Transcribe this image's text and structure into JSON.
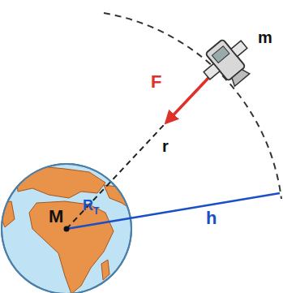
{
  "diagram": {
    "labels": [
      "m",
      "F",
      "r",
      "M",
      "R",
      "T",
      "h"
    ]
  }
}
